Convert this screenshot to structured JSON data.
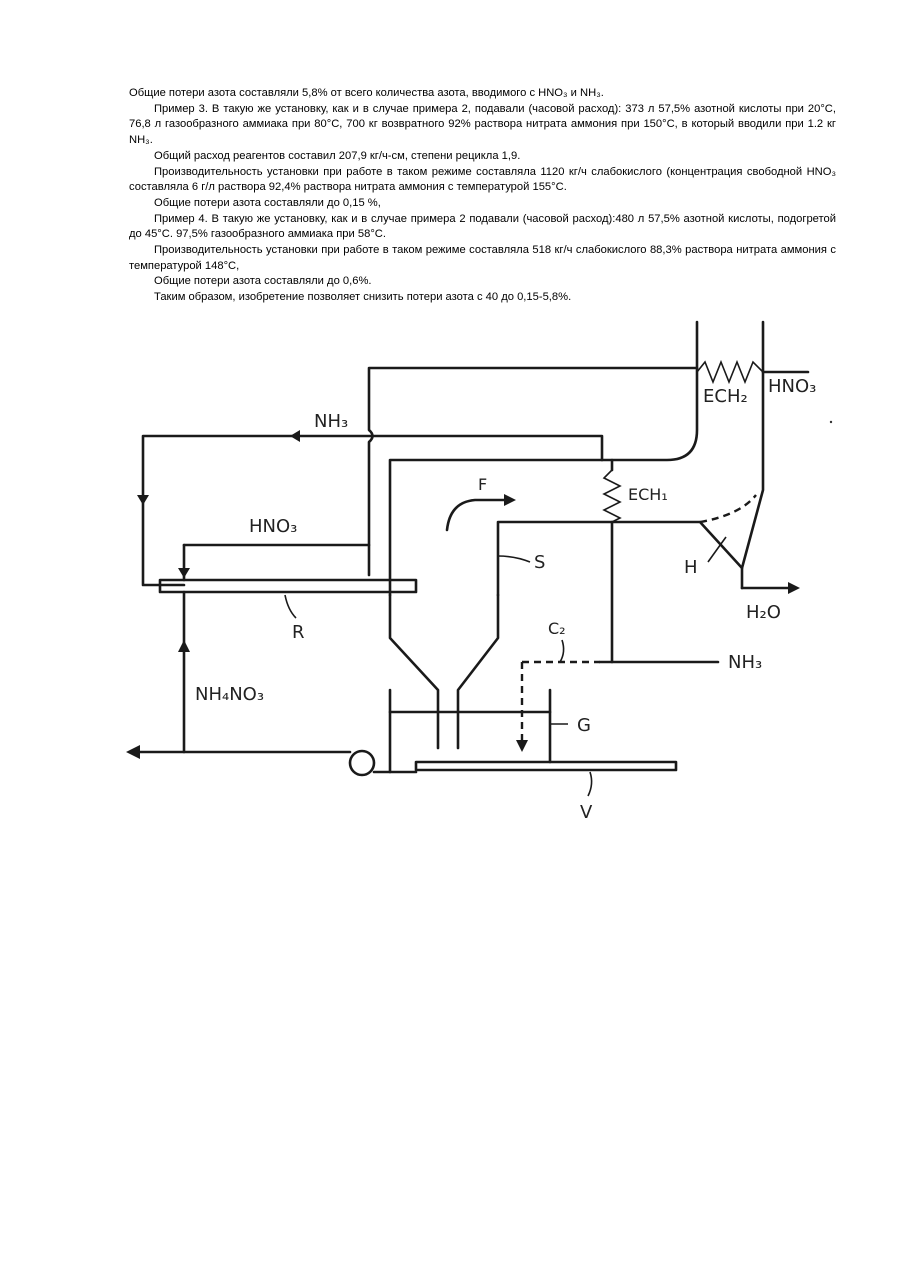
{
  "text": {
    "p1": "Общие потери азота составляли 5,8% от всего количества азота, вводимого с HNO₃ и NH₃.",
    "p2": "Пример 3. В такую же установку, как и в случае примера 2, подавали (часовой расход): 373 л 57,5% азотной кислоты при 20°С, 76,8 л газообразного аммиака при 80°С, 700 кг возвратного 92% раствора нитрата аммония при 150°С, в который вводили при 1.2 кг NH₃.",
    "p3": "Общий расход реагентов составил 207,9 кг/ч-см, степени рецикла 1,9.",
    "p4": "Производительность установки при работе в таком режиме составляла 1120 кг/ч слабокислого (концентрация свободной HNO₃ составляла 6 г/л раствора 92,4% раствора нитрата аммония с температурой 155°С.",
    "p5": "Общие потери азота составляли до 0,15 %,",
    "p6": "Пример 4. В такую же установку, как и в случае примера 2 подавали (часовой расход):480 л 57,5% азотной кислоты, подогретой до 45°С. 97,5% газообразного аммиака при 58°С.",
    "p7": "Производительность установки при работе в таком режиме составляла 518 кг/ч слабокислого 88,3% раствора нитрата аммония с температурой 148°С,",
    "p8": "Общие потери азота составляли до 0,6%.",
    "p9": "Таким образом, изобретение позволяет снизить потери азота с 40 до 0,15-5,8%."
  },
  "diagram": {
    "labels": {
      "ech2": "ECH₂",
      "hno3_top": "HNO₃",
      "nh3_top": "NH₃",
      "ech1": "ECH₁",
      "f": "F",
      "hno3_left": "HNO₃",
      "s": "S",
      "h": "H",
      "h2o": "H₂O",
      "r": "R",
      "c2": "C₂",
      "nh3_right": "NH₃",
      "nh4no3": "NH₄NO₃",
      "g": "G",
      "v": "V"
    }
  }
}
